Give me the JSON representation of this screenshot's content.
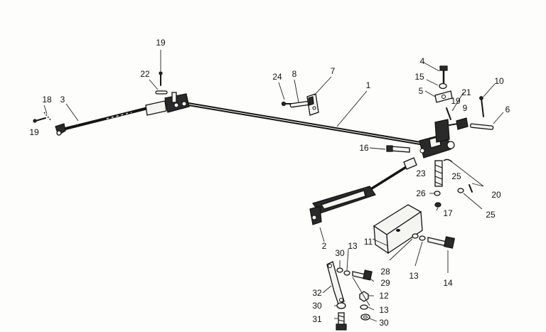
{
  "figure": {
    "callouts": [
      {
        "id": "c19a",
        "text": "19"
      },
      {
        "id": "c22",
        "text": "22"
      },
      {
        "id": "c18",
        "text": "18"
      },
      {
        "id": "c3",
        "text": "3"
      },
      {
        "id": "c19b",
        "text": "19"
      },
      {
        "id": "c24",
        "text": "24"
      },
      {
        "id": "c8",
        "text": "8"
      },
      {
        "id": "c7",
        "text": "7"
      },
      {
        "id": "c1",
        "text": "1"
      },
      {
        "id": "c4",
        "text": "4"
      },
      {
        "id": "c15",
        "text": "15"
      },
      {
        "id": "c5",
        "text": "5"
      },
      {
        "id": "c21",
        "text": "21"
      },
      {
        "id": "c19c",
        "text": "19"
      },
      {
        "id": "c9",
        "text": "9"
      },
      {
        "id": "c10",
        "text": "10"
      },
      {
        "id": "c6",
        "text": "6"
      },
      {
        "id": "c16",
        "text": "16"
      },
      {
        "id": "c23",
        "text": "23"
      },
      {
        "id": "c25a",
        "text": "25"
      },
      {
        "id": "c26",
        "text": "26"
      },
      {
        "id": "c20",
        "text": "20"
      },
      {
        "id": "c17",
        "text": "17"
      },
      {
        "id": "c25b",
        "text": "25"
      },
      {
        "id": "c2",
        "text": "2"
      },
      {
        "id": "c13a",
        "text": "13"
      },
      {
        "id": "c30a",
        "text": "30"
      },
      {
        "id": "c11",
        "text": "11"
      },
      {
        "id": "c28",
        "text": "28"
      },
      {
        "id": "c13b",
        "text": "13"
      },
      {
        "id": "c14",
        "text": "14"
      },
      {
        "id": "c29",
        "text": "29"
      },
      {
        "id": "c32",
        "text": "32"
      },
      {
        "id": "c12",
        "text": "12"
      },
      {
        "id": "c30b",
        "text": "30"
      },
      {
        "id": "c13c",
        "text": "13"
      },
      {
        "id": "c31",
        "text": "31"
      },
      {
        "id": "c30c",
        "text": "30"
      }
    ]
  }
}
